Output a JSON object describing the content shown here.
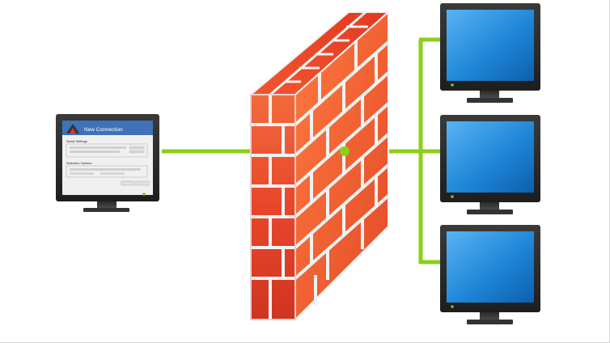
{
  "diagram": {
    "client_window": {
      "title": "New Connection",
      "section_1": "Serial Settings",
      "section_2": "Selection Options"
    },
    "colors": {
      "link": "#8ccf19",
      "brick": "#e8462b",
      "brick_dark": "#b72a15",
      "mortar": "#f2f2f2",
      "screen": "#1f86d8",
      "bezel": "#2a2a2a",
      "power_led": "#6fd11b"
    },
    "icons": {
      "client": "laptop-icon",
      "firewall": "brick-wall-icon",
      "servers": "monitor-icon"
    }
  }
}
